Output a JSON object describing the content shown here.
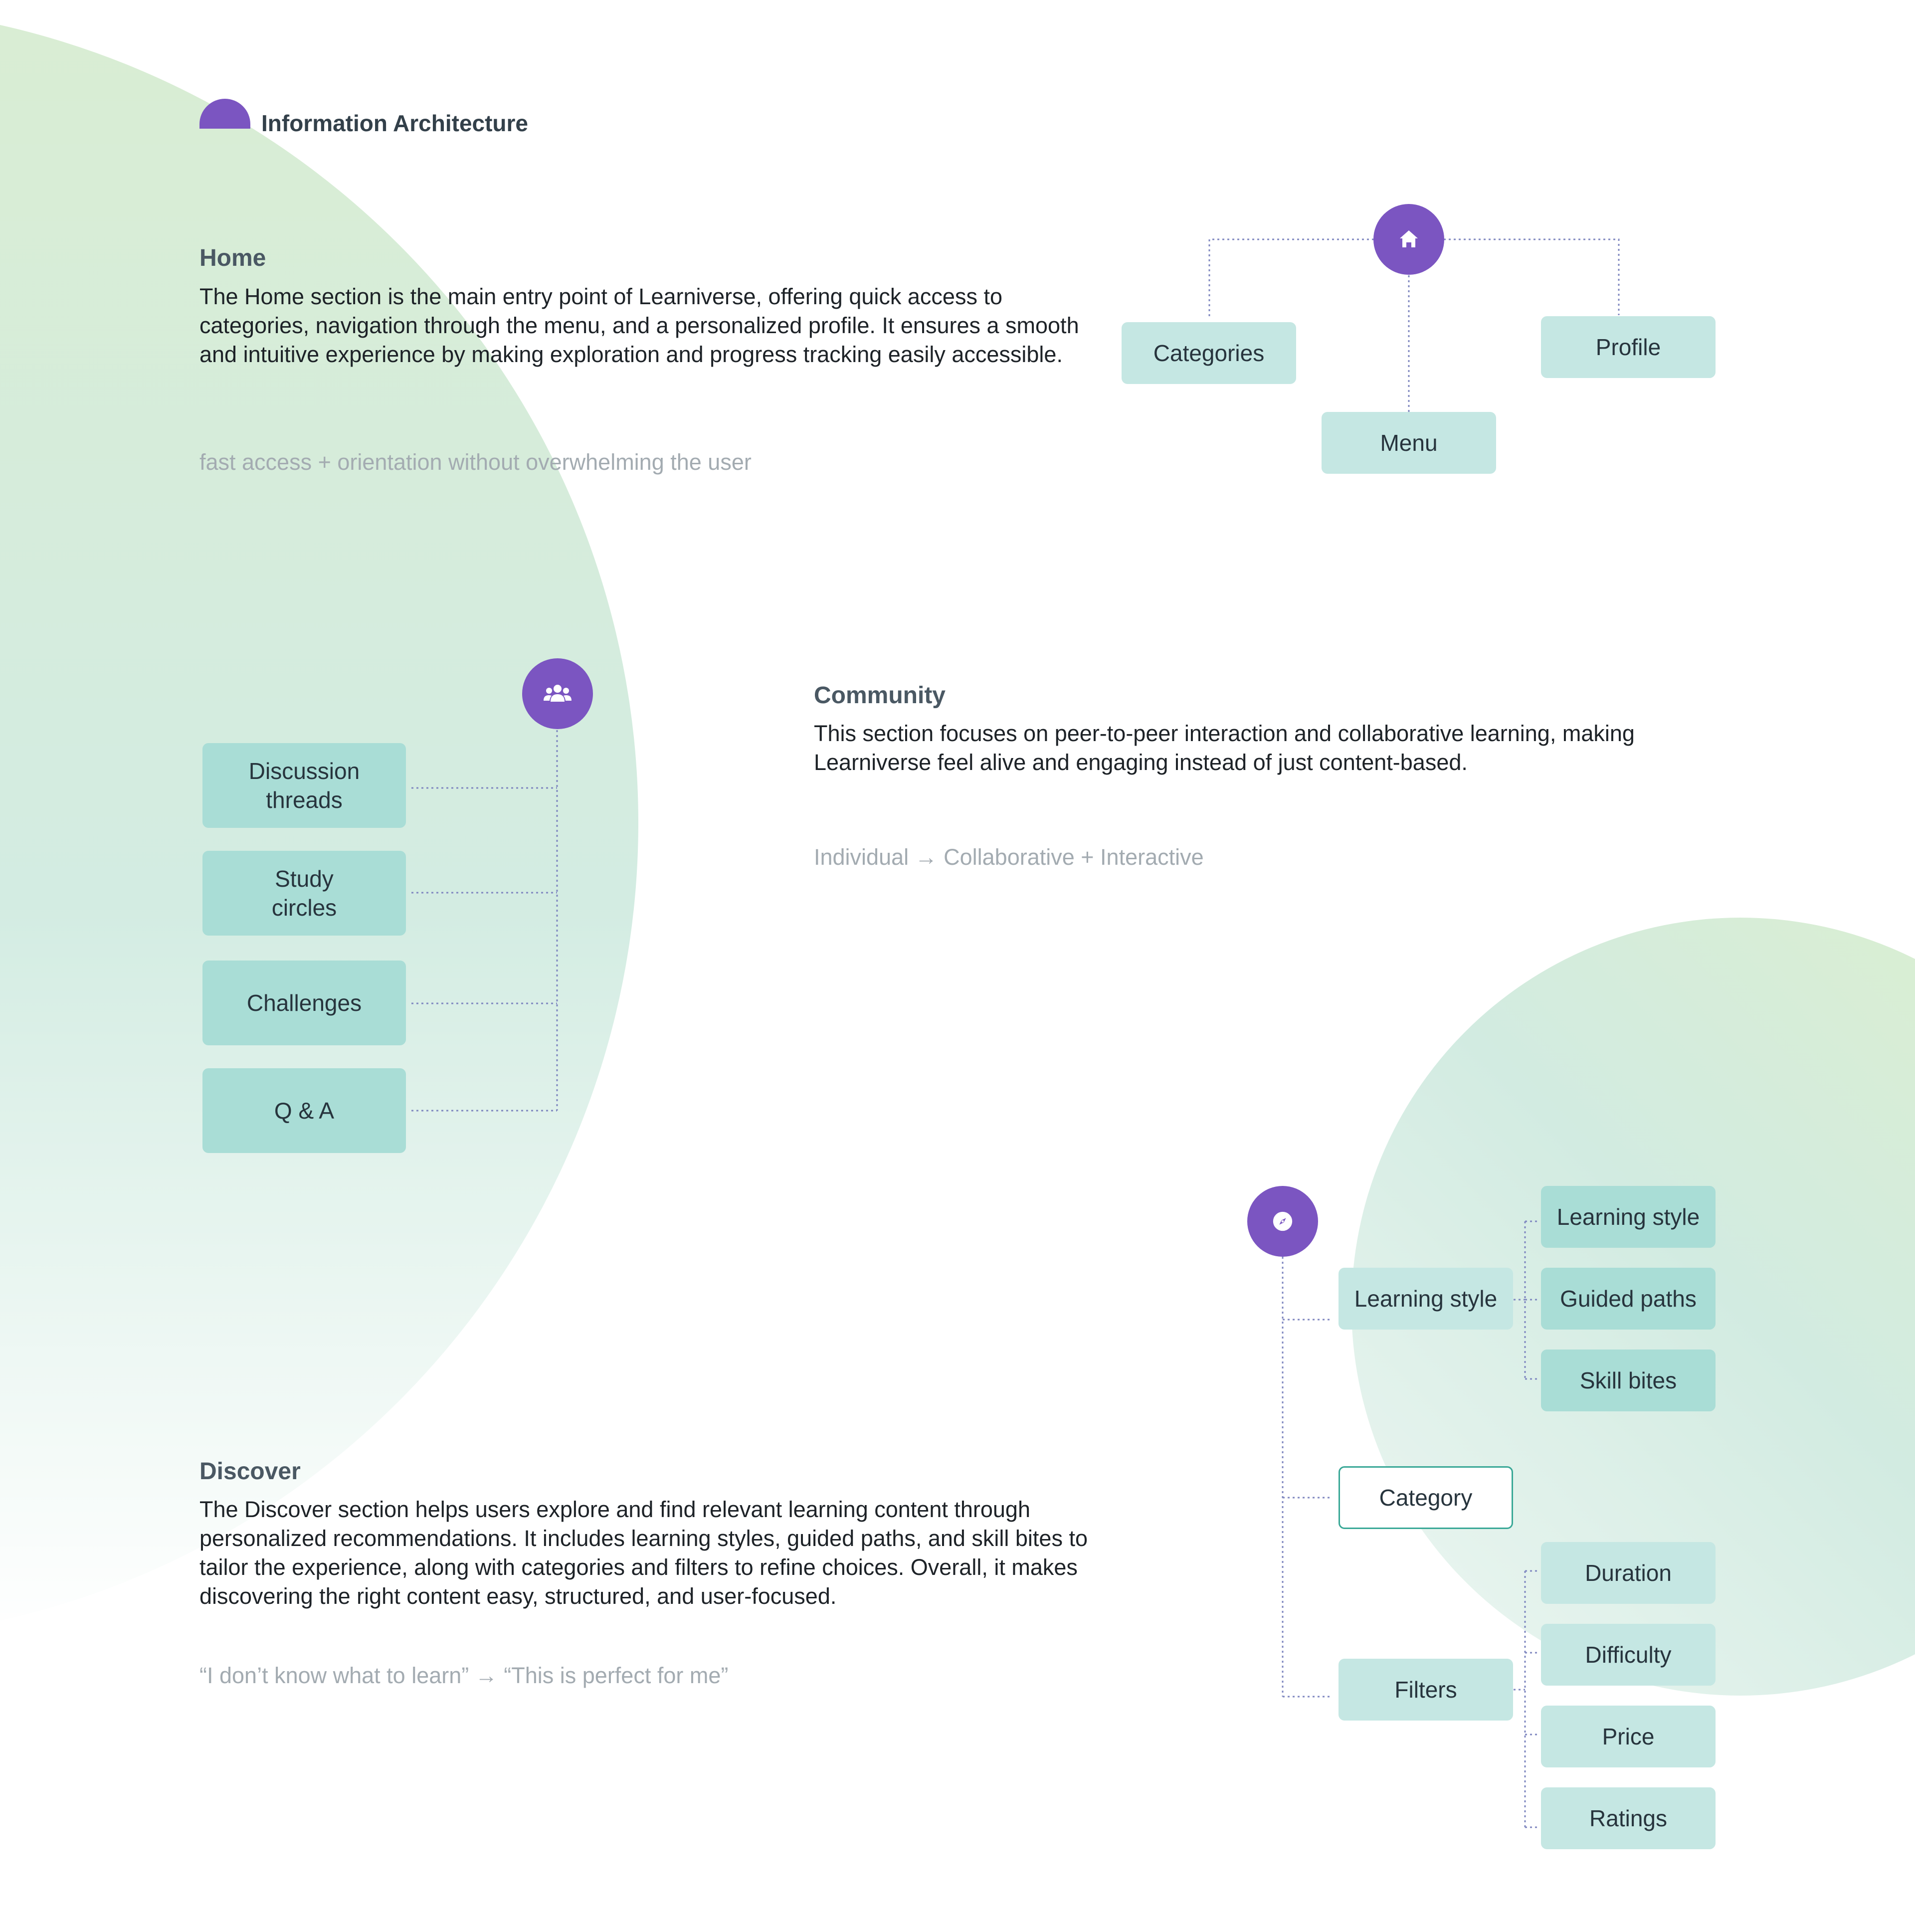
{
  "header": {
    "title": "Information Architecture"
  },
  "home": {
    "title": "Home",
    "body": "The Home section is the main entry point of Learniverse, offering quick access to categories, navigation through the menu, and a personalized profile. It ensures a smooth and intuitive experience by making exploration and progress tracking easily accessible.",
    "note": "fast access + orientation without overwhelming the user",
    "nodes": {
      "categories": "Categories",
      "menu": "Menu",
      "profile": "Profile"
    },
    "icon": "home-icon"
  },
  "community": {
    "title": "Community",
    "body": "This section focuses on peer-to-peer interaction and collaborative learning, making Learniverse feel alive and engaging instead of just content-based.",
    "note": "Individual → Collaborative + Interactive",
    "nodes": {
      "discussion_line1": "Discussion",
      "discussion_line2": "threads",
      "study_line1": "Study",
      "study_line2": "circles",
      "challenges": "Challenges",
      "qa": "Q & A"
    },
    "icon": "users-icon"
  },
  "discover": {
    "title": "Discover",
    "body": "The Discover section helps users explore and find relevant learning content through personalized recommendations. It includes learning styles, guided paths, and skill bites to tailor the experience, along with categories and filters to refine choices. Overall, it makes discovering the right content easy, structured, and user-focused.",
    "note": "“I don’t know what to learn” → “This is perfect for me”",
    "nodes": {
      "learning_style": "Learning style",
      "category": "Category",
      "filters": "Filters",
      "sub_learning_style": "Learning style",
      "guided_paths": "Guided paths",
      "skill_bites": "Skill bites",
      "duration": "Duration",
      "difficulty": "Difficulty",
      "price": "Price",
      "ratings": "Ratings"
    },
    "icon": "compass-icon"
  },
  "colors": {
    "accent": "#7b55c1",
    "node": "#c5e7e3",
    "node_dark": "#a9ddd6",
    "outline": "#3aa897",
    "connector": "#8088c0"
  }
}
